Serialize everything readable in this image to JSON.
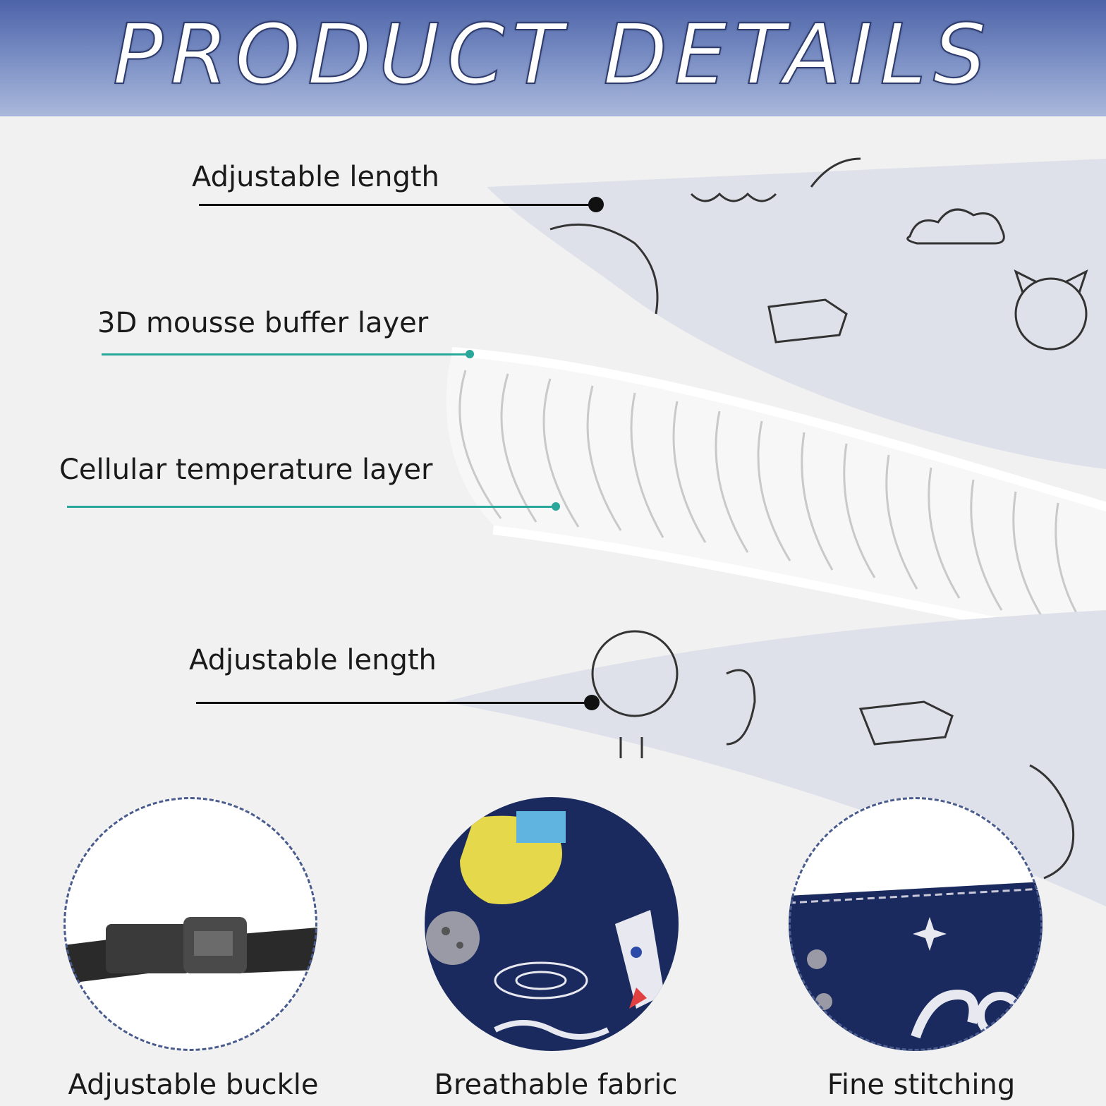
{
  "banner": {
    "title": "PRODUCT DETAILS",
    "color": "#4c63a8"
  },
  "callouts": [
    {
      "label": "Adjustable length"
    },
    {
      "label": "3D mousse buffer layer"
    },
    {
      "label": "Cellular temperature layer"
    },
    {
      "label": "Adjustable length"
    }
  ],
  "features": [
    {
      "caption": "Adjustable buckle",
      "icon": "buckle-icon"
    },
    {
      "caption": "Breathable fabric",
      "icon": "space-print-icon"
    },
    {
      "caption": "Fine stitching",
      "icon": "stitching-icon"
    }
  ],
  "colors": {
    "leader_dark": "#111111",
    "leader_teal": "#2aa79b",
    "fabric": "#dfe1ea",
    "navy": "#1b2a5e"
  }
}
